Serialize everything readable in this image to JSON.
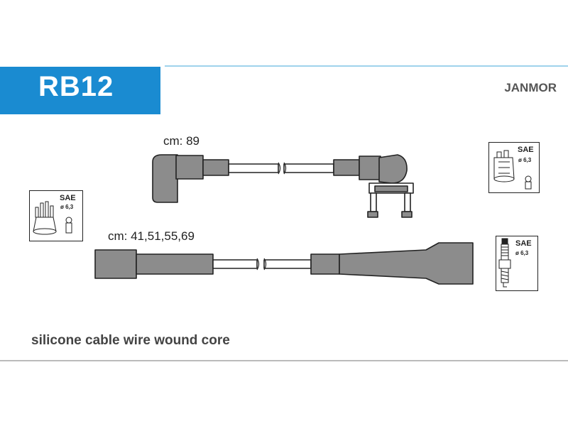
{
  "header": {
    "code": "RB12",
    "brand": "JANMOR"
  },
  "cables": [
    {
      "length_label": "cm: 89"
    },
    {
      "length_label": "cm: 41,51,55,69"
    }
  ],
  "connector_icons": [
    {
      "standard": "SAE",
      "size": "ø 6,3",
      "icon": "distributor-cap-icon"
    },
    {
      "standard": "SAE",
      "size": "ø 6,3",
      "icon": "ignition-coil-icon"
    },
    {
      "standard": "SAE",
      "size": "ø 6,3",
      "icon": "spark-plug-icon"
    }
  ],
  "description": "silicone cable wire wound core",
  "colors": {
    "accent": "#1a8bd1",
    "cable_fill": "#8c8c8c",
    "outline": "#222222"
  }
}
